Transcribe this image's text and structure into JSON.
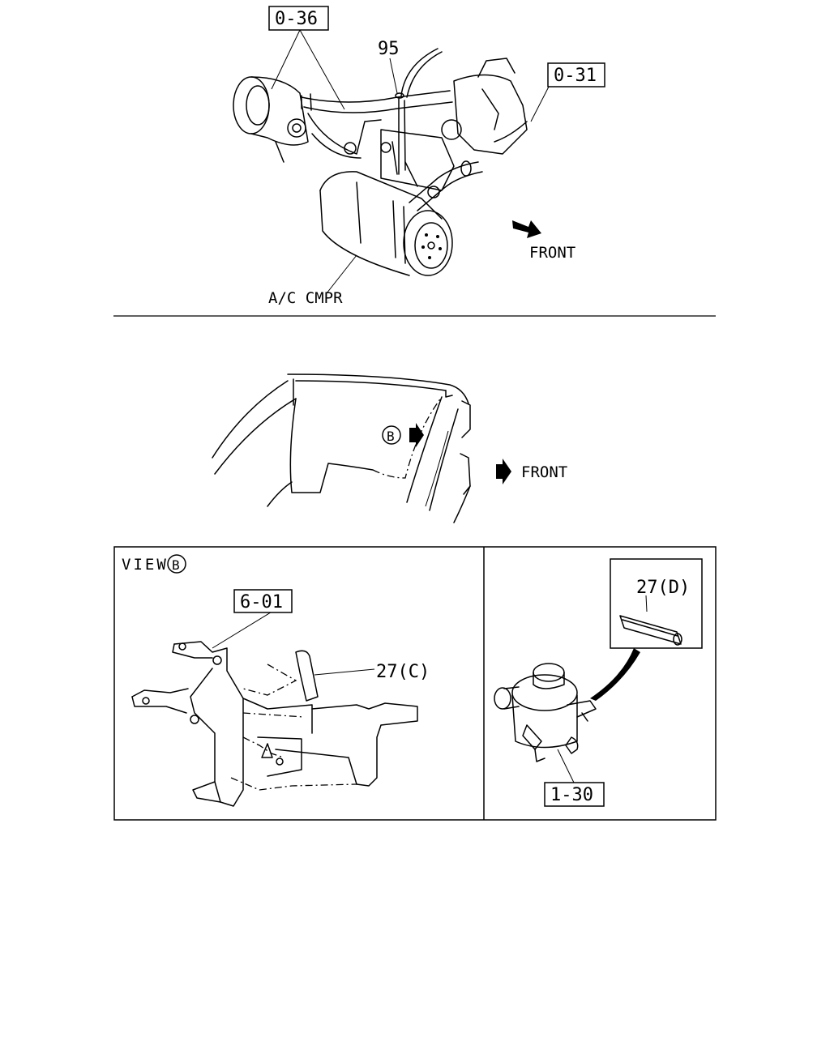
{
  "top_view": {
    "ref_0_36": "0-36",
    "ref_95": "95",
    "ref_0_31": "0-31",
    "front_label": "FRONT",
    "compressor_label": "A/C CMPR"
  },
  "middle_view": {
    "view_marker": "B",
    "front_label": "FRONT"
  },
  "view_b_panel": {
    "title": "VIEW",
    "title_marker": "B",
    "ref_6_01": "6-01",
    "ref_27c": "27(C)"
  },
  "tank_panel": {
    "ref_27d": "27(D)",
    "ref_1_30": "1-30"
  }
}
